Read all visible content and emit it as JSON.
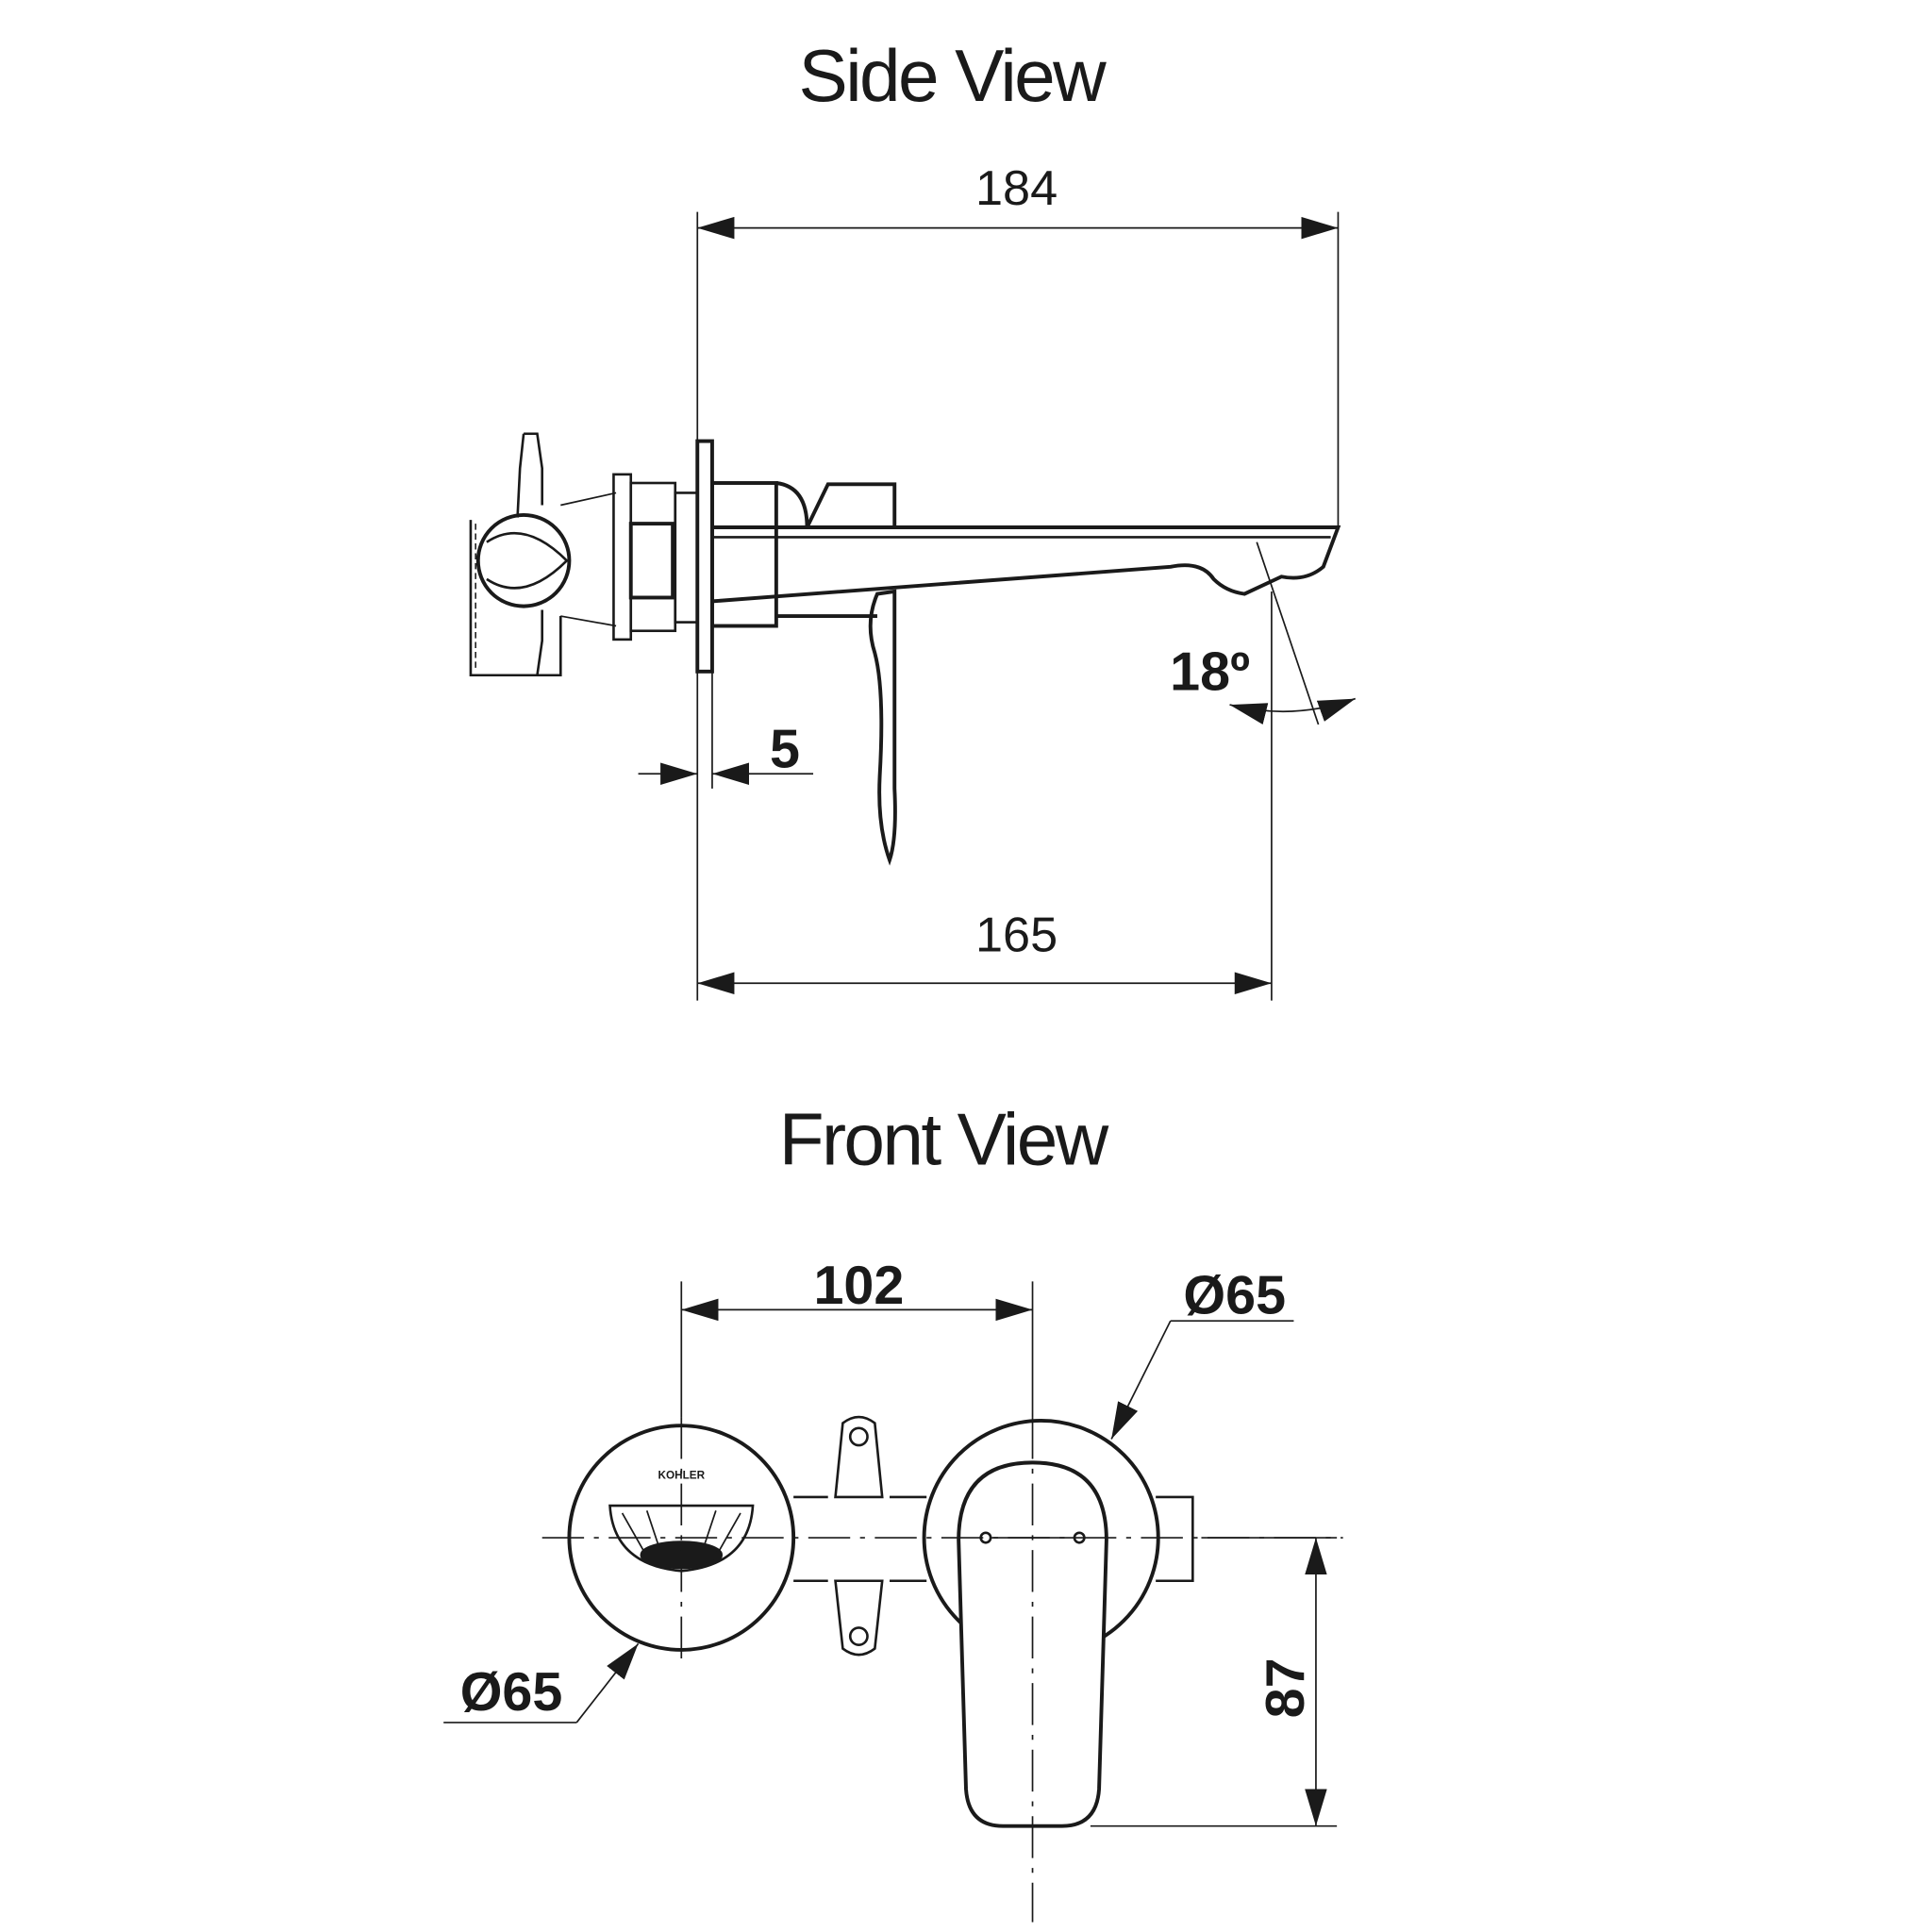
{
  "side_view": {
    "title": "Side View",
    "dimensions": {
      "overall_length": "184",
      "wall_to_outlet": "165",
      "plate_thickness": "5",
      "spout_angle": "18º"
    }
  },
  "front_view": {
    "title": "Front View",
    "dimensions": {
      "center_spacing": "102",
      "plate_diameter_right": "Ø65",
      "plate_diameter_left": "Ø65",
      "lever_height": "87"
    },
    "logo_text": "KOHLER"
  },
  "colors": {
    "line": "#1a1a1a",
    "background": "#ffffff"
  }
}
